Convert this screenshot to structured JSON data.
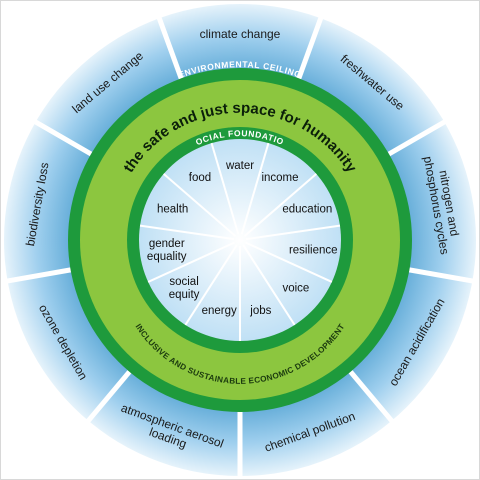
{
  "diagram": {
    "colors": {
      "sky_outer": "#e6f3fb",
      "sky_mid": "#9fcfee",
      "sky_inner": "#5ea9d6",
      "ring_light_green": "#8cc63f",
      "ring_dark_green": "#1e9a3c",
      "ring_band_green": "#00923a",
      "center_light": "#ffffff",
      "center_blue": "#b9ddf4",
      "divider": "#ffffff"
    },
    "ceiling_label": "ENVIRONMENTAL CEILING",
    "foundation_label": "SOCIAL FOUNDATION",
    "ring_title": "the safe and just space for humanity",
    "development_label": "INCLUSIVE AND SUSTAINABLE ECONOMIC DEVELOPMENT",
    "planetary_boundaries": [
      {
        "label": "climate change",
        "icon": "none"
      },
      {
        "label": "freshwater use"
      },
      {
        "label": "nitrogen and",
        "label2": "phosphorus cycles"
      },
      {
        "label": "ocean acidification"
      },
      {
        "label": "chemical pollution"
      },
      {
        "label": "atmospheric aerosol",
        "label2": "loading"
      },
      {
        "label": "ozone depletion"
      },
      {
        "label": "biodiversity loss"
      },
      {
        "label": "land use change"
      }
    ],
    "social_foundation": [
      {
        "label": "water"
      },
      {
        "label": "income"
      },
      {
        "label": "education"
      },
      {
        "label": "resilience"
      },
      {
        "label": "voice"
      },
      {
        "label": "jobs"
      },
      {
        "label": "energy"
      },
      {
        "label": "social",
        "label2": "equity"
      },
      {
        "label": "gender",
        "label2": "equality"
      },
      {
        "label": "health"
      },
      {
        "label": "food"
      }
    ]
  }
}
